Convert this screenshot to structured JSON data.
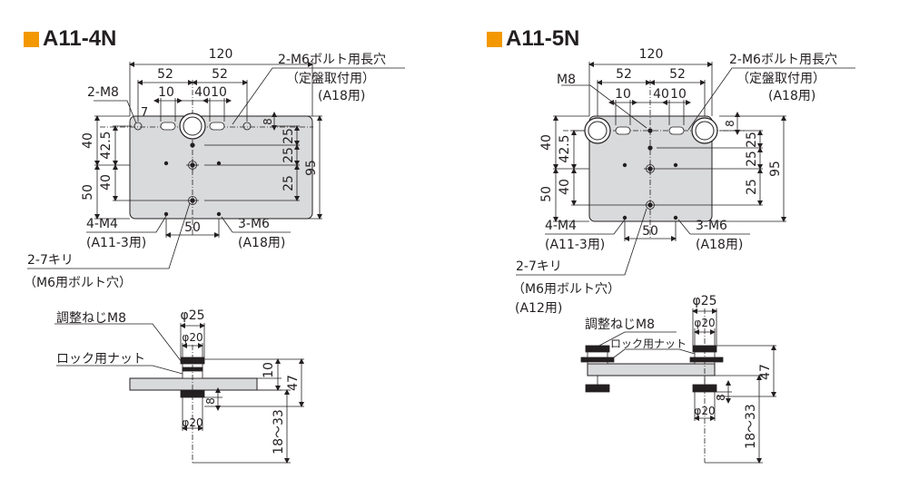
{
  "colors": {
    "accent": "#f39800",
    "plate": "#d9dadb",
    "line": "#231f20"
  },
  "diagrams": [
    {
      "title": "A11-4N",
      "dims": {
        "w120": "120",
        "w52a": "52",
        "w52b": "52",
        "w10a": "10",
        "w40": "40",
        "w10b": "10",
        "v7": "7",
        "v8": "8",
        "h40": "40",
        "h42_5": "42.5",
        "h50": "50",
        "h40b": "40",
        "r25a": "25",
        "r25b": "25",
        "r25c": "25",
        "r95": "95",
        "w50": "50",
        "m8_title": "2-M8"
      },
      "callouts": {
        "slot": "2-M6ボルト用長穴",
        "slot_sub1": "（定盤取付用）",
        "slot_sub2": "(A18用)",
        "m4": "4-M4",
        "m4_sub": "(A11-3用)",
        "m6": "3-M6",
        "m6_sub": "(A18用)",
        "drill": "2-7キリ",
        "drill_sub": "（M6用ボルト穴）"
      },
      "side": {
        "phi25": "φ25",
        "phi20a": "φ20",
        "adjust": "調整ねじM8",
        "nut": "ロック用ナット",
        "d10": "10",
        "d47": "47",
        "d8": "8",
        "phi20b": "φ20",
        "d18_33": "18～33"
      }
    },
    {
      "title": "A11-5N",
      "dims": {
        "w120": "120",
        "m8": "M8",
        "w52a": "52",
        "w52b": "52",
        "w10a": "10",
        "w40": "40",
        "w10b": "10",
        "v8": "8",
        "h40": "40",
        "h42_5": "42.5",
        "h50": "50",
        "h40b": "40",
        "r25a": "25",
        "r25b": "25",
        "r25c": "25",
        "r95": "95",
        "w50": "50"
      },
      "callouts": {
        "slot": "2-M6ボルト用長穴",
        "slot_sub1": "（定盤取付用）",
        "slot_sub2": "(A18用)",
        "m4": "4-M4",
        "m4_sub": "(A11-3用)",
        "m6": "3-M6",
        "m6_sub": "(A18用)",
        "drill": "2-7キリ",
        "drill_sub": "（M6用ボルト穴）",
        "drill_sub2": "(A12用)"
      },
      "side": {
        "phi25": "φ25",
        "phi20a": "φ20",
        "adjust": "調整ねじM8",
        "nut": "ロック用ナット",
        "d47": "47",
        "d8": "8",
        "phi20b": "φ20",
        "d18_33": "18～33"
      }
    }
  ]
}
